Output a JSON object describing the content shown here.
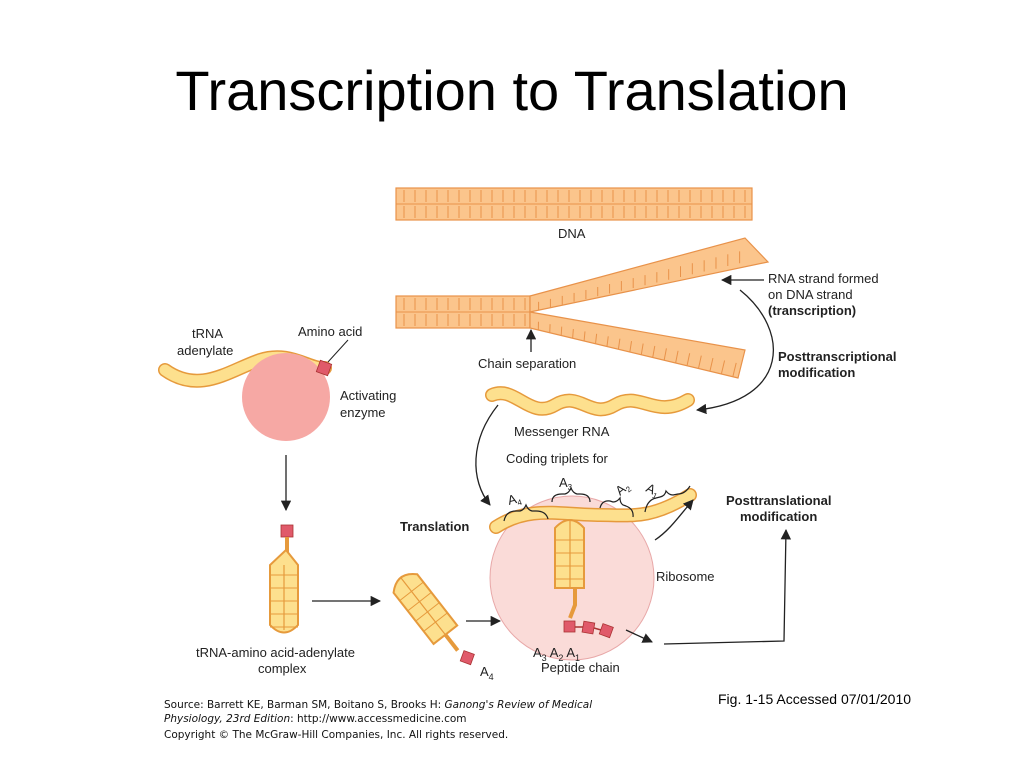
{
  "title": "Transcription to Translation",
  "labels": {
    "dna": "DNA",
    "rna_strand_1": "RNA strand formed",
    "rna_strand_2": "on DNA strand",
    "rna_strand_3": "(transcription)",
    "chain_separation": "Chain separation",
    "posttranscriptional_1": "Posttranscriptional",
    "posttranscriptional_2": "modification",
    "messenger_rna": "Messenger RNA",
    "coding_triplets": "Coding triplets for",
    "trna_1": "tRNA",
    "trna_2": "adenylate",
    "amino_acid": "Amino acid",
    "activating_1": "Activating",
    "activating_2": "enzyme",
    "translation": "Translation",
    "posttranslational_1": "Posttranslational",
    "posttranslational_2": "modification",
    "ribosome": "Ribosome",
    "complex_1": "tRNA-amino acid-adenylate",
    "complex_2": "complex",
    "a1": "A",
    "a2": "A",
    "a3": "A",
    "a4": "A",
    "a4_bottom": "A",
    "peptide_chain": "Peptide chain",
    "sub_1": "1",
    "sub_2": "2",
    "sub_3": "3",
    "sub_4": "4"
  },
  "caption": "Fig. 1-15  Accessed 07/01/2010",
  "source": {
    "line1_prefix": "Source: Barrett KE, Barman SM, Boitano S, Brooks H: ",
    "line1_italic": "Ganong's Review of Medical",
    "line2_italic": "Physiology, 23rd Edition",
    "line2_suffix": ": http://www.accessmedicine.com",
    "copyright": "Copyright © The McGraw-Hill Companies, Inc. All rights reserved."
  },
  "colors": {
    "strand_fill": "#fbc58c",
    "strand_stroke": "#e8924a",
    "rna_fill": "#fde08e",
    "rna_stroke": "#e69a3c",
    "enzyme_fill": "#f6a8a4",
    "ribosome_fill": "#fadbd8",
    "amino_fill": "#e05a6a"
  }
}
